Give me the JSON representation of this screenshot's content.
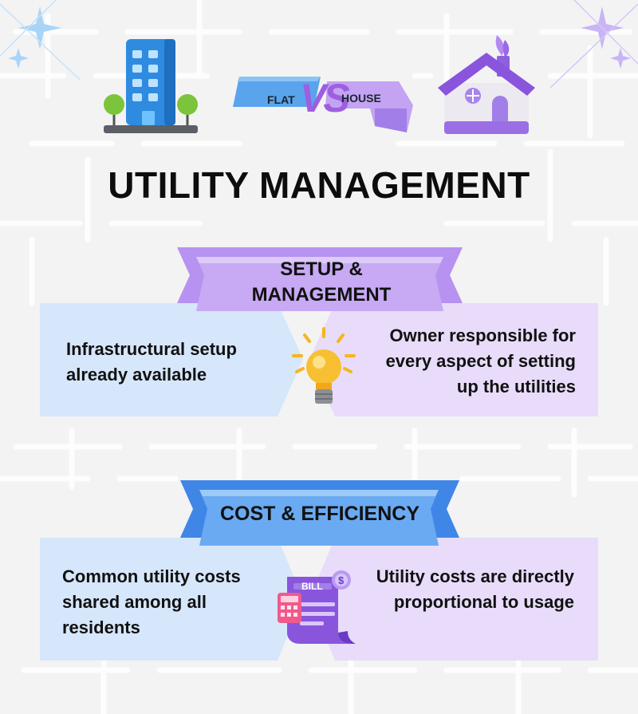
{
  "header": {
    "title": "UTILITY MANAGEMENT",
    "versus": {
      "left": "FLAT",
      "mark": "VS",
      "right": "HOUSE"
    }
  },
  "sections": [
    {
      "heading": "SETUP & MANAGEMENT",
      "heading_lines": [
        "SETUP &",
        "MANAGEMENT"
      ],
      "left_text": "Infrastructural setup already available",
      "right_text": "Owner responsible for every aspect of setting up the utilities",
      "icon": "lightbulb-icon"
    },
    {
      "heading": "COST & EFFICIENCY",
      "left_text": "Common utility costs shared among all residents",
      "right_text": "Utility costs are directly proportional to usage",
      "icon": "bill-icon",
      "icon_label": "BILL",
      "icon_symbol": "$"
    }
  ],
  "colors": {
    "flat_panel": "#d6e6fb",
    "house_panel": "#e8dcfa",
    "banner_purple": "#b792f0",
    "banner_blue": "#6aaaf2",
    "accent_purple": "#9d5fe0",
    "accent_blue": "#3f86e6"
  },
  "icons": {
    "flat": "apartment-building-icon",
    "house": "house-icon",
    "decor": "sparkle-icon"
  }
}
